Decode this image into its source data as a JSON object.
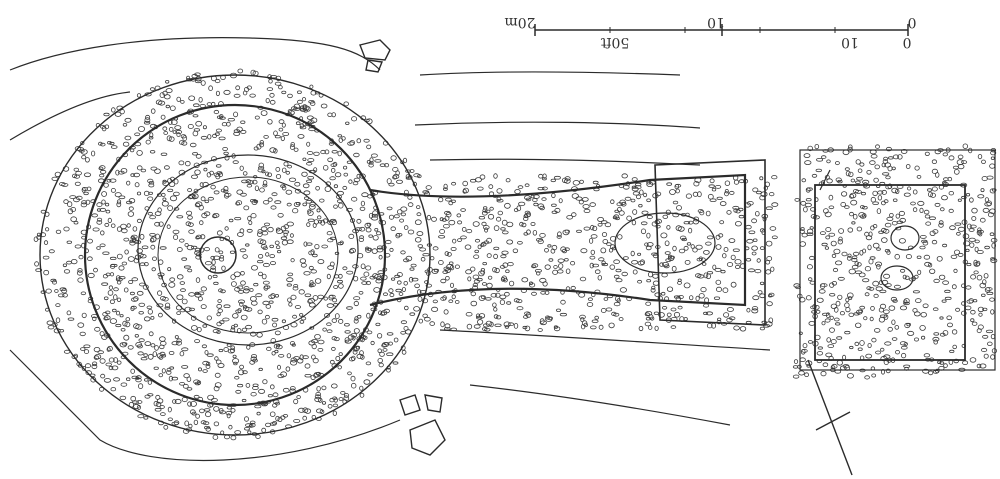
{
  "scale_bar": {
    "labels_top": [
      "0",
      "10",
      "20m"
    ],
    "labels_bottom": [
      "0",
      "10",
      "50ft"
    ]
  },
  "north_arrow": {
    "icon": "north-arrow-icon"
  },
  "colors": {
    "ink": "#2b2b2b",
    "background": "#ffffff"
  }
}
